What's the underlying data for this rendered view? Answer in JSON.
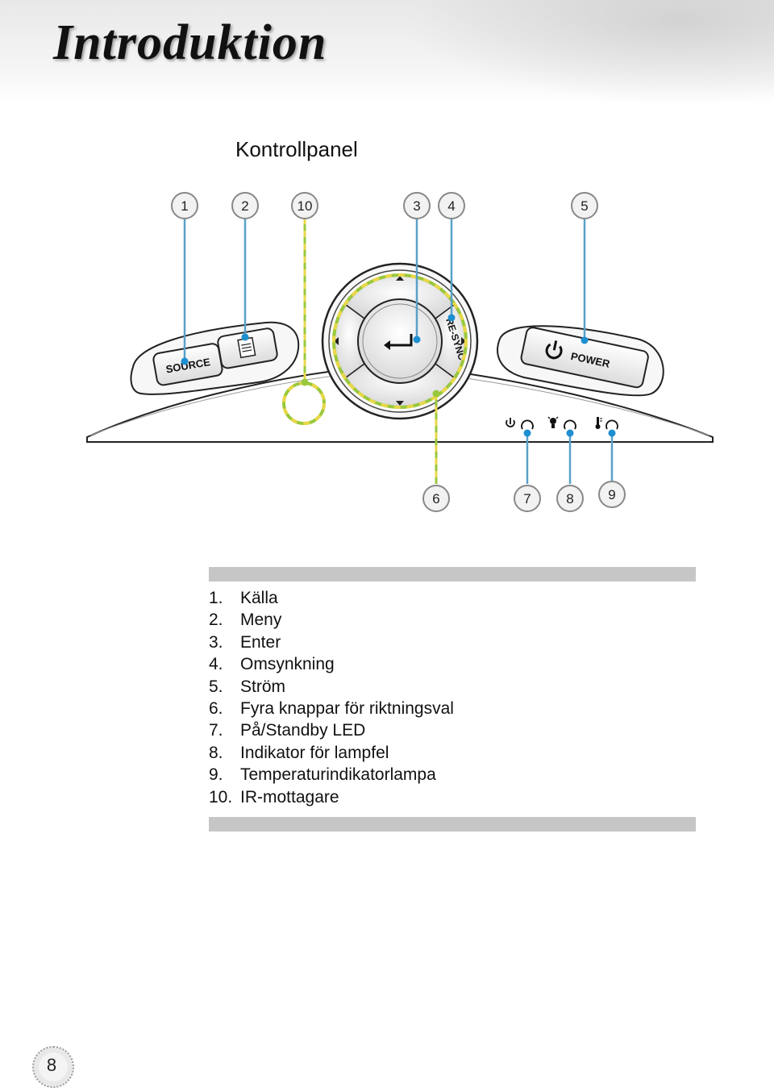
{
  "header": {
    "title": "Introduktion"
  },
  "section": {
    "title": "Kontrollpanel"
  },
  "diagram": {
    "callouts": [
      "1",
      "2",
      "10",
      "3",
      "4",
      "5",
      "6",
      "7",
      "8",
      "9"
    ],
    "buttons": {
      "source": "SOURCE",
      "resync": "RE-SYNC",
      "power": "POWER"
    },
    "icons": [
      "menu-icon",
      "enter-icon",
      "arrow-up-icon",
      "arrow-down-icon",
      "arrow-left-icon",
      "arrow-right-icon",
      "power-icon",
      "lamp-icon",
      "thermometer-icon"
    ],
    "colors": {
      "callout_line": "#5aa0c8",
      "callout_dot": "#1e8fd0",
      "ir_highlight": "#9ac83c",
      "ir_dash": "#e8d84a",
      "panel_outline": "#222222"
    }
  },
  "legend": {
    "items": [
      {
        "num": "1.",
        "label": "Källa"
      },
      {
        "num": "2.",
        "label": "Meny"
      },
      {
        "num": "3.",
        "label": "Enter"
      },
      {
        "num": "4.",
        "label": "Omsynkning"
      },
      {
        "num": "5.",
        "label": "Ström"
      },
      {
        "num": "6.",
        "label": "Fyra knappar för riktningsval"
      },
      {
        "num": "7.",
        "label": "På/Standby LED"
      },
      {
        "num": "8.",
        "label": "Indikator för lampfel"
      },
      {
        "num": "9.",
        "label": "Temperaturindikatorlampa"
      },
      {
        "num": "10.",
        "label": "IR-mottagare"
      }
    ]
  },
  "footer": {
    "page_number": "8"
  }
}
